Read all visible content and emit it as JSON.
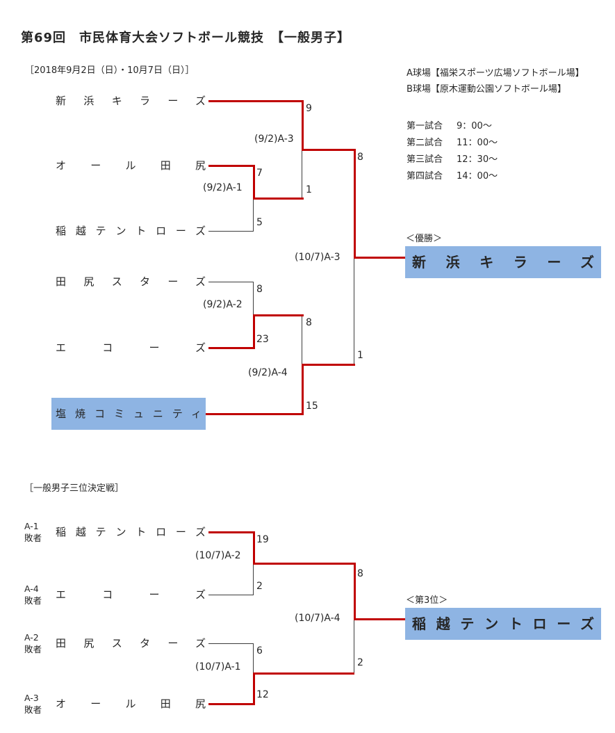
{
  "header": {
    "title": "第69回　市民体育大会ソフトボール競技　【一般男子】",
    "dates": "［2018年9月2日（日）・10月7日（日）］"
  },
  "info": {
    "venue_a": "A球場【福栄スポーツ広場ソフトボール場】",
    "venue_b": "B球場【原木運動公園ソフトボール場】",
    "schedule": [
      {
        "label": "第一試合",
        "time": "9：00～"
      },
      {
        "label": "第二試合",
        "time": "11：00～"
      },
      {
        "label": "第三試合",
        "time": "12：30～"
      },
      {
        "label": "第四試合",
        "time": "14：00～"
      }
    ]
  },
  "main": {
    "teams": [
      {
        "name": "新浜キラーズ"
      },
      {
        "name": "オール田尻"
      },
      {
        "name": "稲越テントローズ"
      },
      {
        "name": "田尻スターズ"
      },
      {
        "name": "エコーズ"
      },
      {
        "name": "塩焼コミュニティ"
      }
    ],
    "games": {
      "a1": "(9/2)A-1",
      "a2": "(9/2)A-2",
      "a3": "(9/2)A-3",
      "a4": "(9/2)A-4",
      "final": "(10/7)A-3"
    },
    "scores": {
      "shinhama_a3": "9",
      "all_tajiri_a1": "7",
      "inagoshi_a1": "5",
      "a1_winner_a3": "1",
      "a3_winner_final": "8",
      "tajiri_stars_a2": "8",
      "echoes_a2": "23",
      "a2_winner_a4": "8",
      "shioyaki_a4": "15",
      "a4_winner_final": "1"
    },
    "champion_label": "＜優勝＞",
    "champion": "新浜キラーズ"
  },
  "third": {
    "title": "［一般男子三位決定戦］",
    "entries": [
      {
        "seed": "A-1",
        "loser": "敗者",
        "team": "稲越テントローズ"
      },
      {
        "seed": "A-4",
        "loser": "敗者",
        "team": "エコーズ"
      },
      {
        "seed": "A-2",
        "loser": "敗者",
        "team": "田尻スターズ"
      },
      {
        "seed": "A-3",
        "loser": "敗者",
        "team": "オール田尻"
      }
    ],
    "games": {
      "semi_top": "(10/7)A-2",
      "semi_bottom": "(10/7)A-1",
      "final": "(10/7)A-4"
    },
    "scores": {
      "inagoshi": "19",
      "echoes": "2",
      "semi_top_winner": "8",
      "tajiri_stars": "6",
      "all_tajiri": "12",
      "semi_bottom_winner": "2"
    },
    "third_label": "＜第3位＞",
    "third_place_team": "稲越テントローズ"
  },
  "colors": {
    "winner_line": "#c00000",
    "line": "#3c3c3c",
    "highlight": "#8eb4e3"
  }
}
